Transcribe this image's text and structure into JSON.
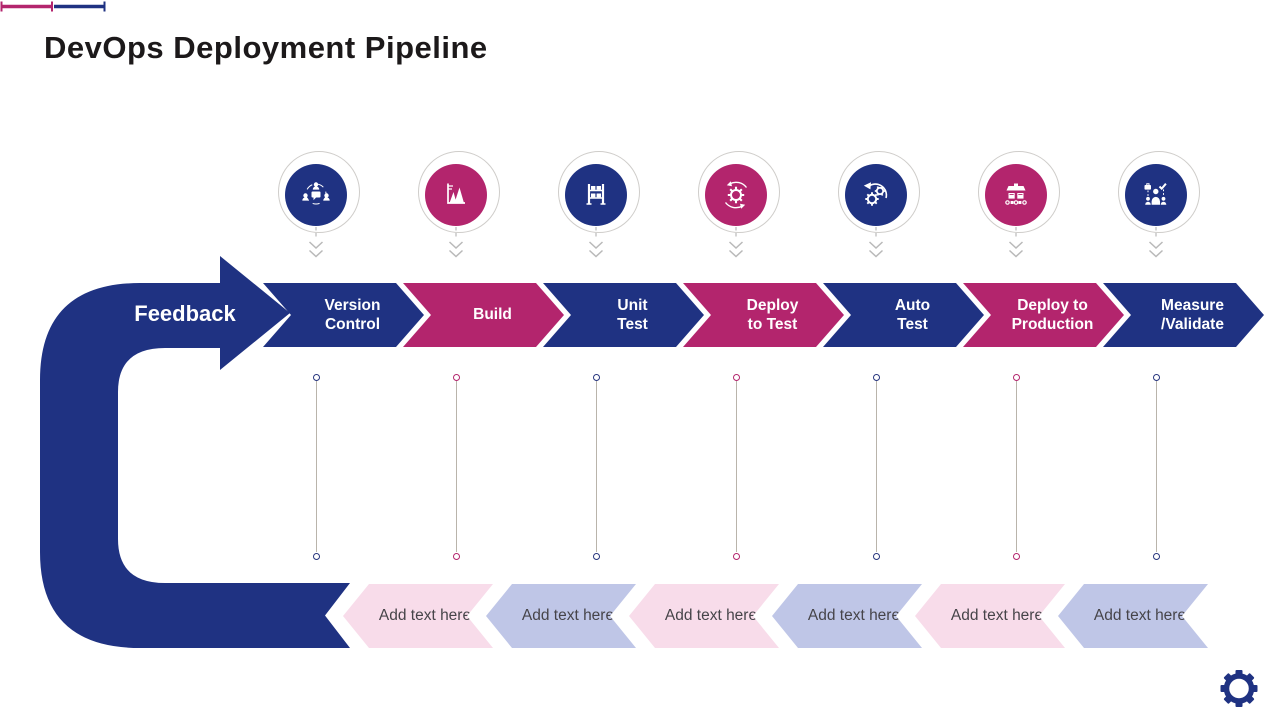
{
  "slide": {
    "title": "DevOps Deployment Pipeline"
  },
  "accent": {
    "left_bar_color": "#b3256d",
    "right_bar_color": "#1f3282"
  },
  "pipeline": {
    "feedback_label": "Feedback",
    "stages": [
      {
        "label": "Version\nControl",
        "color": "blue",
        "color_hex": "#1f3282",
        "icon": "team-network-icon"
      },
      {
        "label": "Build",
        "color": "magenta",
        "color_hex": "#b3256d",
        "icon": "build-chart-icon"
      },
      {
        "label": "Unit\nTest",
        "color": "blue",
        "color_hex": "#1f3282",
        "icon": "test-rack-icon"
      },
      {
        "label": "Deploy\nto Test",
        "color": "magenta",
        "color_hex": "#b3256d",
        "icon": "deploy-gear-icon"
      },
      {
        "label": "Auto\nTest",
        "color": "blue",
        "color_hex": "#1f3282",
        "icon": "auto-gears-icon"
      },
      {
        "label": "Deploy to\nProduction",
        "color": "magenta",
        "color_hex": "#b3256d",
        "icon": "production-machine-icon"
      },
      {
        "label": "Measure\n/Validate",
        "color": "blue",
        "color_hex": "#1f3282",
        "icon": "measure-people-icon"
      }
    ]
  },
  "placeholders": [
    {
      "label": "Add text here",
      "tint": "pink"
    },
    {
      "label": "Add text here",
      "tint": "lavender"
    },
    {
      "label": "Add text here",
      "tint": "pink"
    },
    {
      "label": "Add text here",
      "tint": "lavender"
    },
    {
      "label": "Add text here",
      "tint": "pink"
    },
    {
      "label": "Add text here",
      "tint": "lavender"
    }
  ],
  "colors": {
    "blue": "#1f3282",
    "magenta": "#b3256d",
    "pink_light": "#f8dcea",
    "lavender_light": "#bfc6e7",
    "connector_gray": "#b9b4ab",
    "ring_gray": "#cfcdca",
    "placeholder_text": "#464449",
    "title_text": "#1c191a"
  },
  "footer": {
    "gear_icon_color": "#1f3282"
  }
}
